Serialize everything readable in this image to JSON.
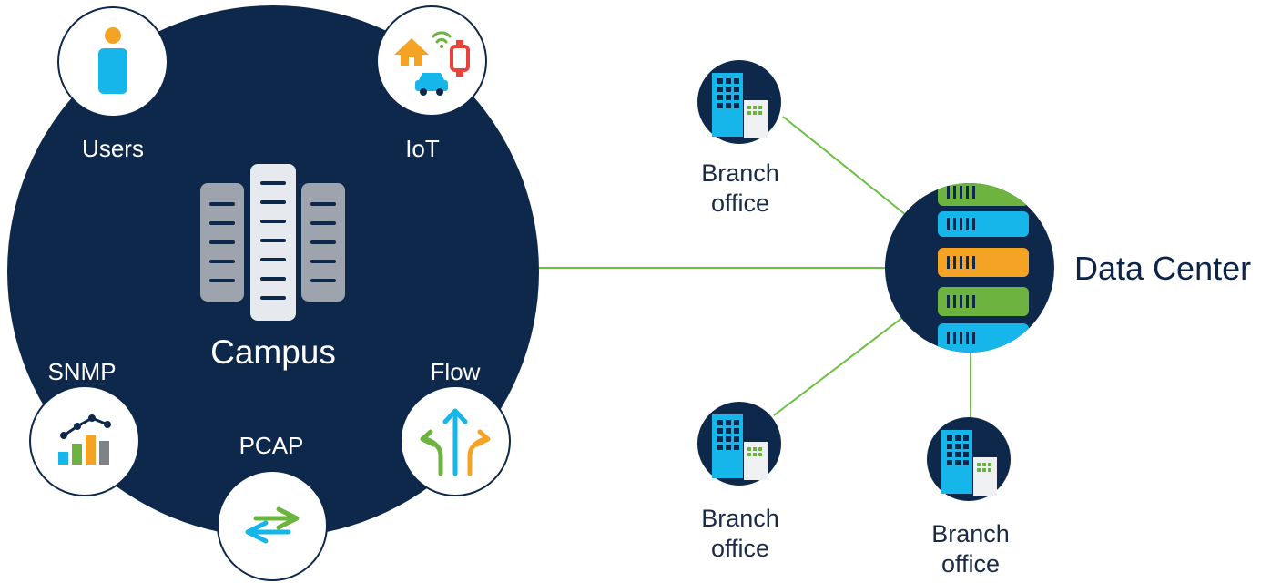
{
  "campus": {
    "label": "Campus",
    "sources": {
      "users": "Users",
      "iot": "IoT",
      "snmp": "SNMP",
      "pcap": "PCAP",
      "flow": "Flow"
    }
  },
  "data_center": {
    "label": "Data Center"
  },
  "branches": [
    {
      "line1": "Branch",
      "line2": "office"
    },
    {
      "line1": "Branch",
      "line2": "office"
    },
    {
      "line1": "Branch",
      "line2": "office"
    }
  ],
  "colors": {
    "navy": "#0e284b",
    "link_green": "#6cbf44",
    "blue": "#16b5ea",
    "green": "#6cb43f",
    "orange": "#f4a324",
    "red": "#e8433a",
    "gray": "#7f8286",
    "server_gray": "#9da4ae",
    "server_light": "#e6e9ed"
  }
}
